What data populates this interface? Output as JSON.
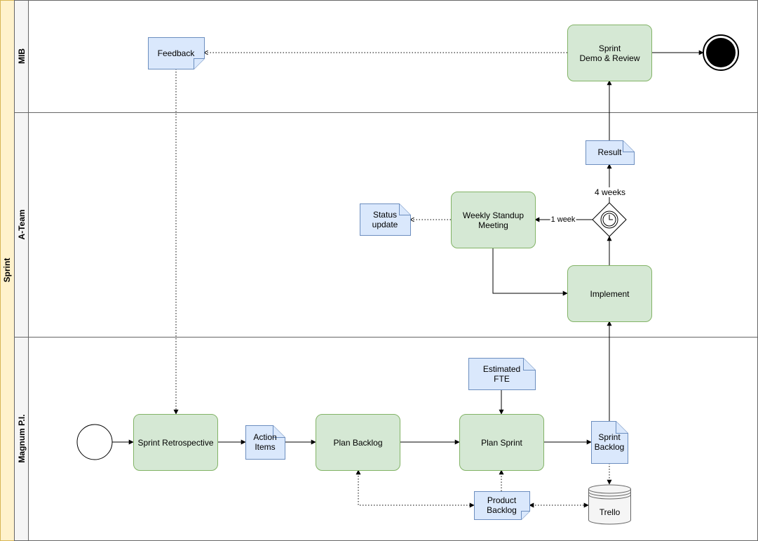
{
  "pool": {
    "label": "Sprint"
  },
  "lanes": {
    "top": "MIB",
    "middle": "A-Team",
    "bottom": "Magnum P.I."
  },
  "tasks": {
    "sprint_retrospective": "Sprint Retrospective",
    "plan_backlog": "Plan Backlog",
    "plan_sprint": "Plan Sprint",
    "implement": "Implement",
    "weekly_standup": "Weekly Standup\nMeeting",
    "demo_review": "Sprint\nDemo & Review"
  },
  "documents": {
    "feedback": "Feedback",
    "action_items": "Action\nItems",
    "estimated_fte": "Estimated\nFTE",
    "sprint_backlog": "Sprint\nBacklog",
    "product_backlog": "Product\nBacklog",
    "status_update": "Status\nupdate",
    "result": "Result"
  },
  "datastore": {
    "trello": "Trello"
  },
  "edge_labels": {
    "one_week": "1 week",
    "four_weeks": "4 weeks"
  },
  "colors": {
    "pool_header": "#fff2cc",
    "pool_border": "#d6b656",
    "task_fill": "#d5e8d4",
    "task_stroke": "#82b366",
    "doc_fill": "#dae8fc",
    "doc_stroke": "#6c8ebf",
    "lane_header": "#f5f5f5",
    "lane_border": "#666666"
  }
}
